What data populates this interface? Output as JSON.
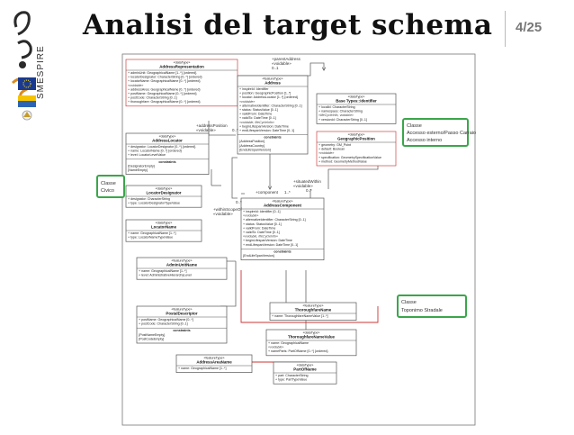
{
  "slide": {
    "title": "Analisi del target schema",
    "page": "4/25",
    "logo_text": "SMESPIRE"
  },
  "callouts": [
    {
      "lines": [
        "Classe",
        "Accesso esterno/Passo Carraio",
        "Accesso interno"
      ]
    },
    {
      "lines": [
        "Classe",
        "Civico"
      ]
    },
    {
      "lines": [
        "Classe",
        "Toponimo Stradale"
      ]
    }
  ],
  "classes": {
    "address_representation": {
      "stereo": "«dataType»",
      "name": "AddressRepresentation",
      "attrs": [
        "+ adminUnit: GeographicalName [1..*] {ordered}",
        "+ locatorDesignator: CharacterString [0..*] {ordered}",
        "+ locatorName: GeographicalName [0..*] {ordered}",
        "«voidable»",
        "+ addressArea: GeographicalName [0..*] {ordered}",
        "+ postName: GeographicalName [0..*] {ordered}",
        "+ postCode: CharacterString [0..1]",
        "+ thoroughfare: GeographicalName [0..*] {ordered}"
      ]
    },
    "address": {
      "stereo": "«featureType»",
      "name": "Address",
      "attrs": [
        "+ inspireId: Identifier",
        "+ position: GeographicPosition [1..*]",
        "+ locator: AddressLocator [1..*] {ordered}",
        "«voidable»",
        "+ alternativeIdentifier: CharacterString [0..1]",
        "+ status: StatusValue [0..1]",
        "+ validFrom: DateTime",
        "+ validTo: DateTime [0..1]",
        "«voidable, lifeCycleInfo»",
        "+ beginLifespanVersion: DateTime",
        "+ endLifespanVersion: DateTime [0..1]"
      ],
      "constraints_title": "constraints",
      "constraints": [
        "{AddressPosition}",
        "{AddressCountry}",
        "{EndLifeSpanVersion}"
      ]
    },
    "base_identifier": {
      "stereo": "«dataType»",
      "name": "Base Types::Identifier",
      "attrs": [
        "+ localId: CharacterString",
        "+ namespace: CharacterString",
        "«lifeCycleInfo, voidable»",
        "+ versionId: CharacterString [0..1]"
      ]
    },
    "geographic_position": {
      "stereo": "«dataType»",
      "name": "GeographicPosition",
      "attrs": [
        "+ geometry: GM_Point",
        "+ default: Boolean",
        "«voidable»",
        "+ specification: GeometrySpecificationValue",
        "+ method: GeometryMethodValue"
      ]
    },
    "address_locator": {
      "stereo": "«dataType»",
      "name": "AddressLocator",
      "attrs": [
        "+ designator: LocatorDesignator [0..*] {ordered}",
        "+ name: LocatorName [0..*] {ordered}",
        "+ level: LocatorLevelValue"
      ],
      "constraints_title": "constraints",
      "constraints": [
        "{DesignatorEmpty}",
        "{NameEmpty}"
      ]
    },
    "locator_designator": {
      "stereo": "«dataType»",
      "name": "LocatorDesignator",
      "attrs": [
        "+ designator: CharacterString",
        "+ type: LocatorDesignatorTypeValue"
      ]
    },
    "locator_name": {
      "stereo": "«dataType»",
      "name": "LocatorName",
      "attrs": [
        "+ name: GeographicalName [1..*]",
        "+ type: LocatorNameTypeValue"
      ]
    },
    "address_component": {
      "stereo": "«featureType»",
      "name": "AddressComponent",
      "attrs": [
        "+ inspireId: Identifier [0..1]",
        "«voidable»",
        "+ alternativeIdentifier: CharacterString [0..1]",
        "+ status: StatusValue [0..1]",
        "+ validFrom: DateTime",
        "+ validTo: DateTime [0..1]",
        "«voidable, lifeCycleInfo»",
        "+ beginLifespanVersion: DateTime",
        "+ endLifespanVersion: DateTime [0..1]"
      ],
      "constraints_title": "constraints",
      "constraints": [
        "{EndLifeSpanVersion}"
      ]
    },
    "admin_unit_name": {
      "stereo": "«featureType»",
      "name": "AdminUnitName",
      "attrs": [
        "+ name: GeographicalName [1..*]",
        "+ level: AdministrativeHierarchyLevel"
      ]
    },
    "postal_descriptor": {
      "stereo": "«featureType»",
      "name": "PostalDescriptor",
      "attrs": [
        "+ postName: GeographicalName [0..*]",
        "+ postCode: CharacterString [0..1]"
      ],
      "constraints_title": "constraints",
      "constraints": [
        "{PostNameEmpty}",
        "{PostCodeEmpty}"
      ]
    },
    "thoroughfare_name": {
      "stereo": "«featureType»",
      "name": "ThoroughfareName",
      "attrs": [
        "+ name: ThoroughfareNameValue [1..*]"
      ]
    },
    "thoroughfare_name_value": {
      "stereo": "«dataType»",
      "name": "ThoroughfareNameValue",
      "attrs": [
        "+ name: GeographicalName",
        "«voidable»",
        "+ nameParts: PartOfName [0..*] {ordered}"
      ]
    },
    "address_area_name": {
      "stereo": "«featureType»",
      "name": "AddressAreaName",
      "attrs": [
        "+ name: GeographicalName [1..*]"
      ]
    },
    "part_of_name": {
      "stereo": "«dataType»",
      "name": "PartOfName",
      "attrs": [
        "+ part: CharacterString",
        "+ type: PartTypeValue"
      ]
    }
  },
  "associations": {
    "parent_address": [
      "+parentAddress",
      "«voidable»",
      "0..1"
    ],
    "address_position": [
      "+addressPosition",
      "«voidable»",
      "0..*"
    ],
    "within_scope": [
      "+withinScopeOf",
      "«voidable»"
    ],
    "component": [
      "+component",
      "1..*"
    ],
    "situated_within": [
      "+situatedWithin",
      "«voidable»",
      "0..*"
    ],
    "mult_0n": "0..*"
  }
}
